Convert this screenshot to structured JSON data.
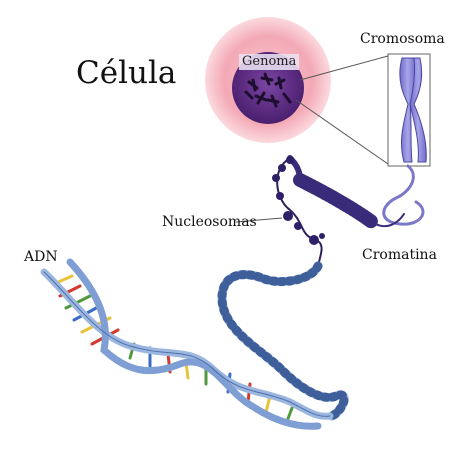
{
  "labels": {
    "celula": "Célula",
    "genoma": "Genoma",
    "cromosoma": "Cromosoma",
    "nucleosomas": "Nucleosomas",
    "cromatina": "Cromatina",
    "adn": "ADN"
  },
  "colors": {
    "cell_outer": "#f4b6c0",
    "cell_inner": "#ec8a9c",
    "nucleus": "#5b2a82",
    "chromosome": "#8a86d8",
    "chromatin": "#3a2a7a",
    "dna_backbone": "#9bb7e0",
    "base_red": "#d23a2e",
    "base_yellow": "#e8c43a",
    "base_green": "#4f9a3c",
    "base_blue": "#3b6cc4",
    "line": "#555555"
  }
}
